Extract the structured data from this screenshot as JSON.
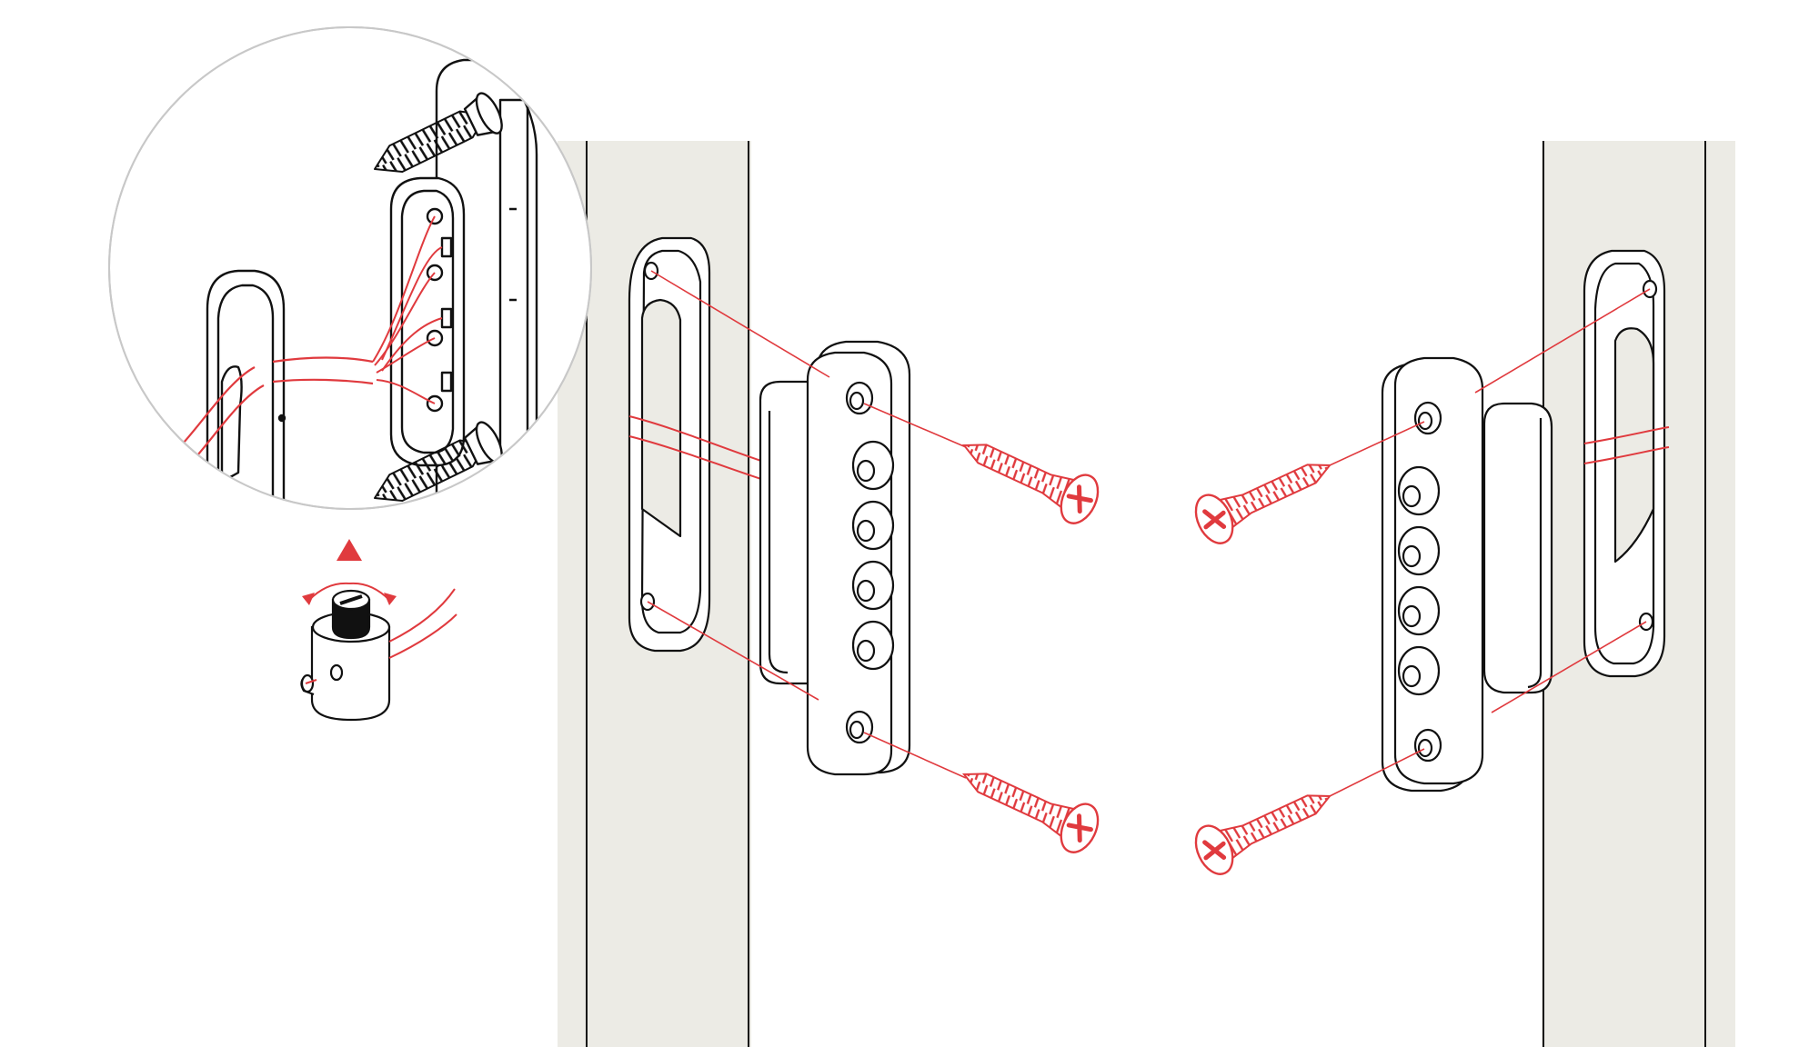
{
  "diagram": {
    "labels": [],
    "colors": {
      "line": "#111111",
      "accent": "#e03a3e",
      "frame_fill": "#ecebe5",
      "magnifier_ring": "#c8c8c8",
      "background": "#ffffff"
    },
    "parts": {
      "left_assembly": {
        "screws": 2,
        "holes": 5,
        "mounting_plates": 2
      },
      "right_assembly": {
        "screws": 2,
        "holes": 5,
        "mounting_plates": 2
      },
      "inset": {
        "shows": "terminal-wiring-detail",
        "indicator": "up-arrow",
        "rotation_arrows": 2
      }
    }
  }
}
